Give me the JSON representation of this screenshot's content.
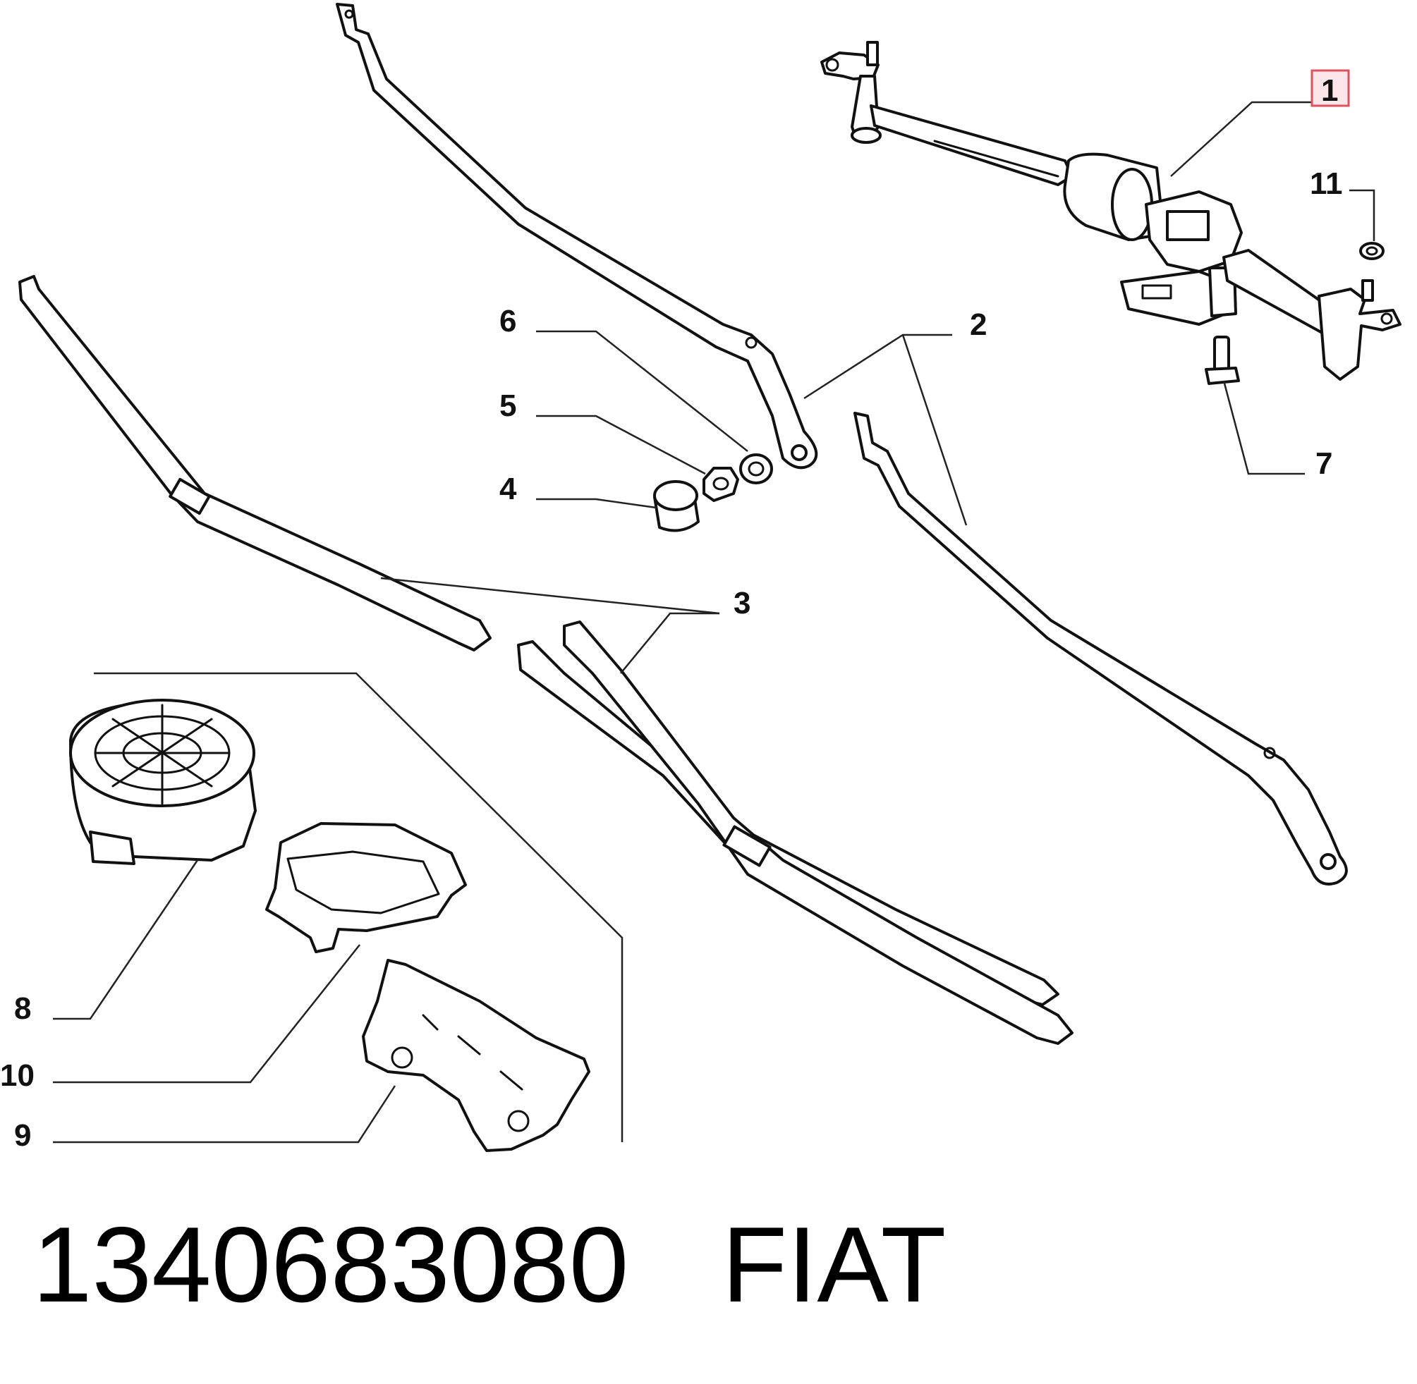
{
  "callouts": [
    {
      "id": "1",
      "label": "1",
      "highlighted": true
    },
    {
      "id": "2",
      "label": "2"
    },
    {
      "id": "3",
      "label": "3"
    },
    {
      "id": "4",
      "label": "4"
    },
    {
      "id": "5",
      "label": "5"
    },
    {
      "id": "6",
      "label": "6"
    },
    {
      "id": "7",
      "label": "7"
    },
    {
      "id": "8",
      "label": "8"
    },
    {
      "id": "9",
      "label": "9"
    },
    {
      "id": "10",
      "label": "10"
    },
    {
      "id": "11",
      "label": "11"
    }
  ],
  "footer": {
    "part_number": "1340683080",
    "brand": "FIAT"
  },
  "colors": {
    "line": "#111111",
    "highlight_fill": "#fde6ea",
    "highlight_border": "#e0525f"
  }
}
